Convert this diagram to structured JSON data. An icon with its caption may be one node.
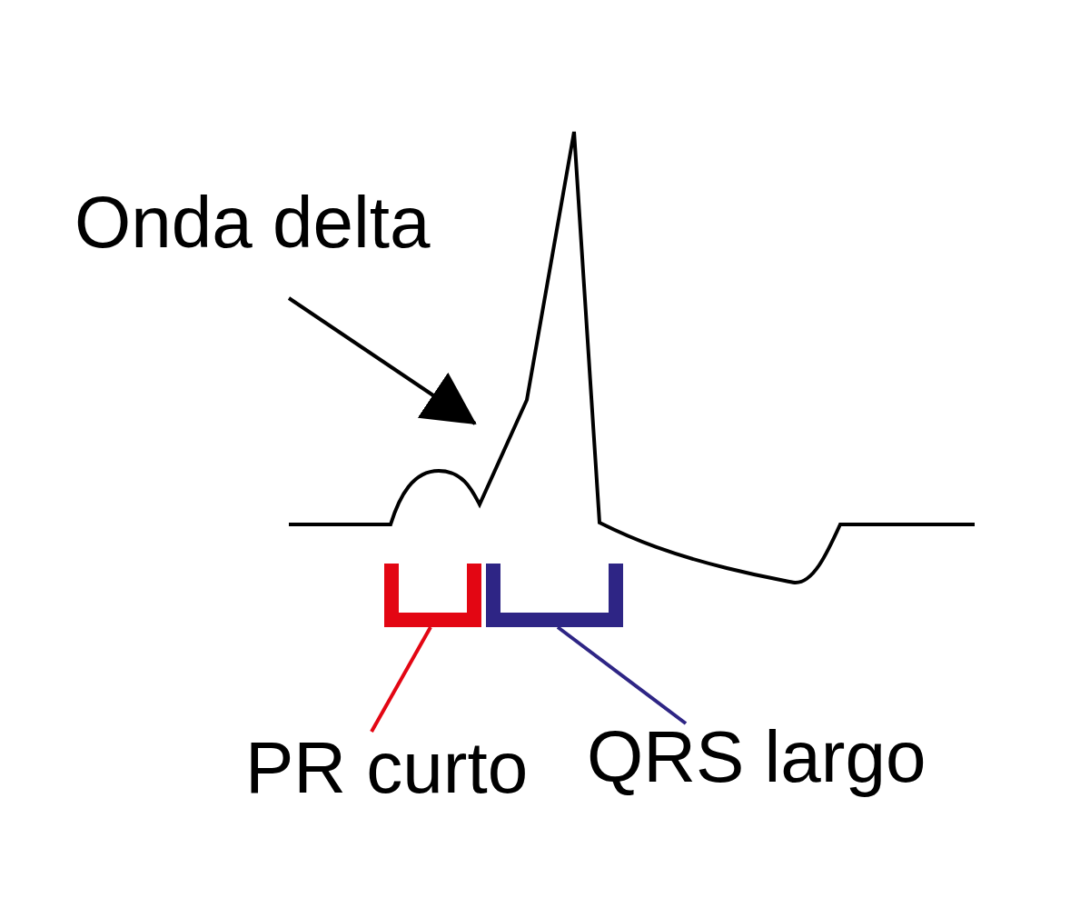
{
  "diagram": {
    "nodes": [
      {
        "text": [
          "Onda delta"
        ]
      },
      {
        "text": [],
        "shape": "bracket"
      },
      {
        "text": [],
        "shape": "bracket"
      },
      {
        "text": [
          "PR curto"
        ]
      },
      {
        "text": [
          "QRS largo"
        ]
      }
    ],
    "edges": [
      {
        "from": 0,
        "to": null,
        "arrow": "to"
      },
      {
        "from": 3,
        "to": 1,
        "arrow": "none",
        "color": "#e30613"
      },
      {
        "from": 4,
        "to": 2,
        "arrow": "none",
        "color": "#2e2585"
      }
    ]
  }
}
